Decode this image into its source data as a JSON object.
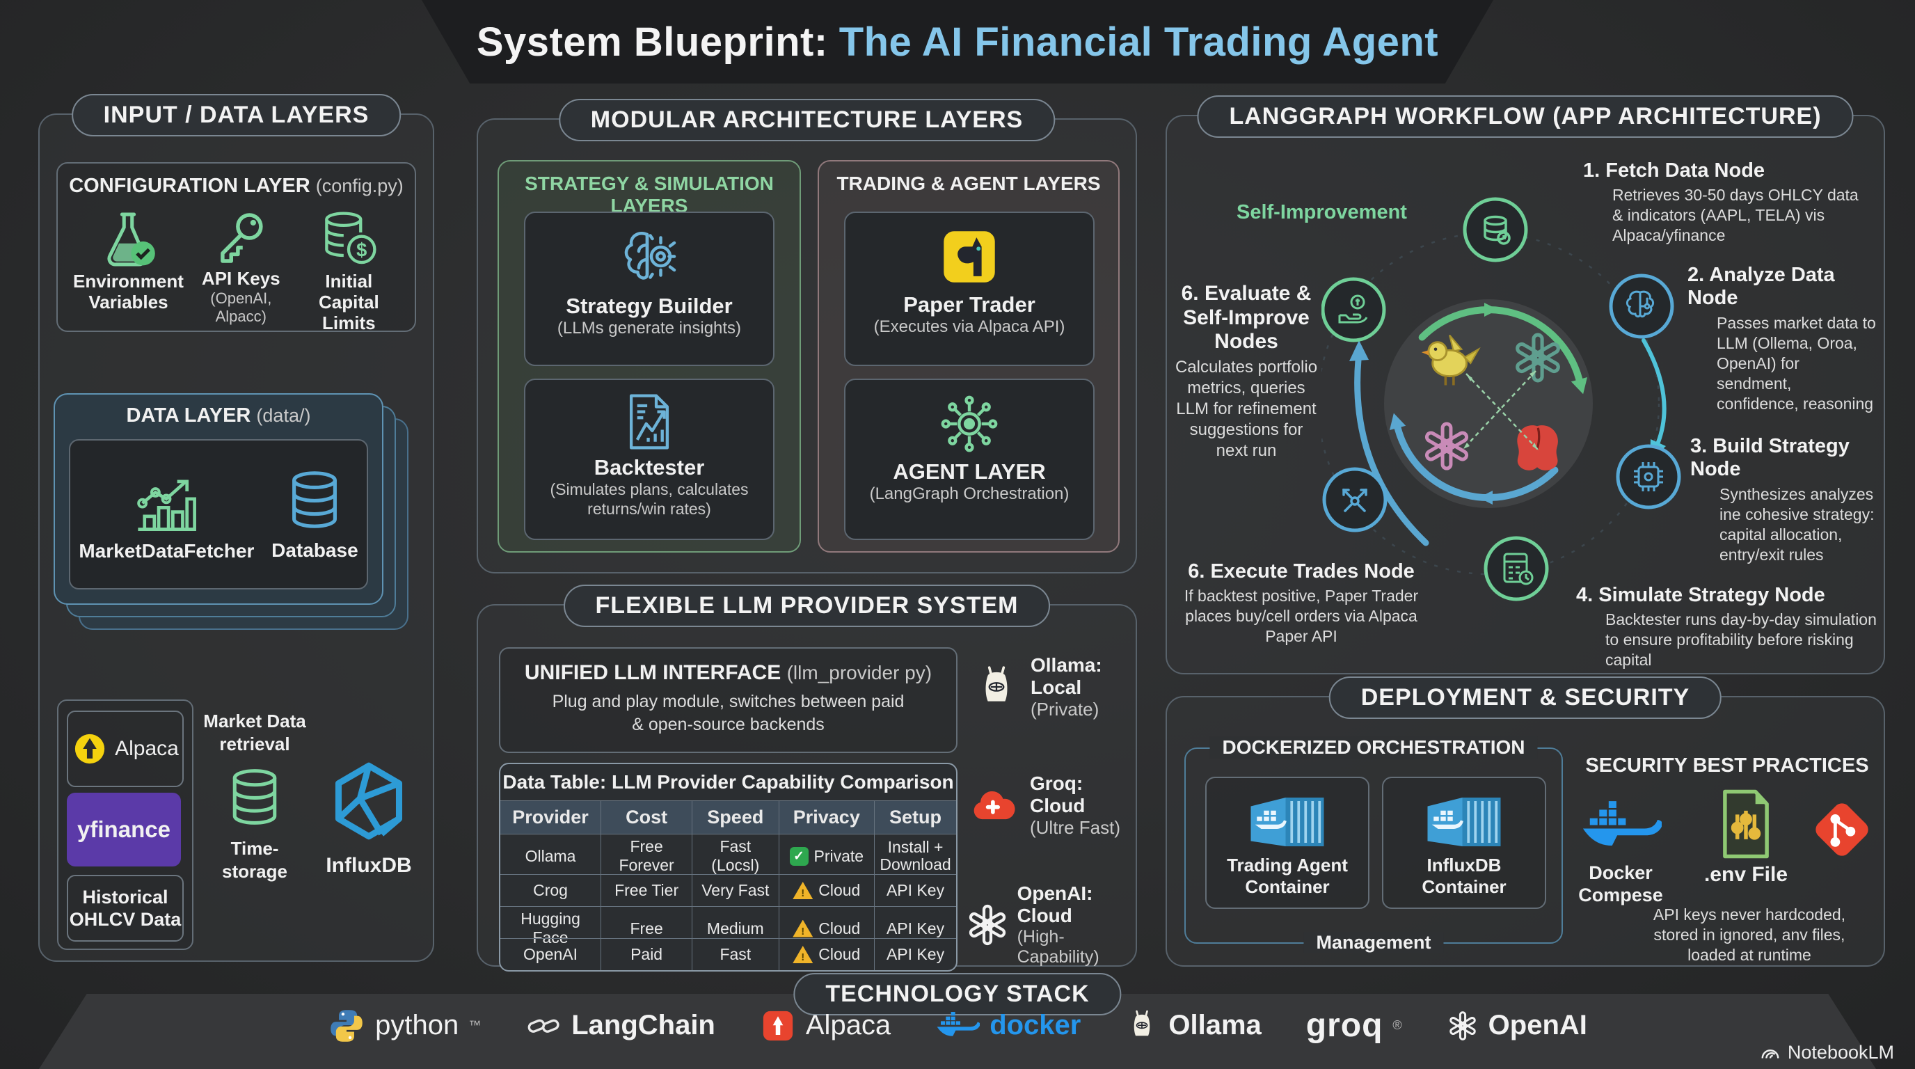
{
  "title": {
    "prefix": "System Blueprint:",
    "highlight": "The AI Financial Trading Agent"
  },
  "input": {
    "header": "INPUT / DATA LAYERS",
    "config": {
      "title": "CONFIGURATION LAYER",
      "subtitle": "(config.py)",
      "items": [
        {
          "label": "Environment Variables",
          "sub": ""
        },
        {
          "label": "API Keys",
          "sub": "(OpenAI, Alpacc)"
        },
        {
          "label": "Initial Capital Limits",
          "sub": ""
        }
      ]
    },
    "data_layer": {
      "title": "DATA LAYER",
      "subtitle": "(data/)",
      "fetcher": "MarketDataFetcher",
      "database": "Database"
    },
    "sources": {
      "alpaca": "Alpaca",
      "yfinance": "yfinance",
      "historical": "Historical OHLCV Data"
    },
    "market": "Market Data retrieval",
    "time_storage": "Time-storage",
    "influx": "InfluxDB"
  },
  "modular": {
    "header": "MODULAR ARCHITECTURE LAYERS",
    "strategy": {
      "title": "STRATEGY & SIMULATION LAYERS",
      "card1": {
        "title": "Strategy Builder",
        "sub": "(LLMs generate insights)"
      },
      "card2": {
        "title": "Backtester",
        "sub": "(Simulates plans, calculates returns/win rates)"
      }
    },
    "trading": {
      "title": "TRADING & AGENT LAYERS",
      "card1": {
        "title": "Paper Trader",
        "sub": "(Executes via Alpaca API)"
      },
      "card2": {
        "title": "AGENT LAYER",
        "sub": "(LangGraph Orchestration)"
      }
    }
  },
  "llm": {
    "header": "FLEXIBLE LLM PROVIDER SYSTEM",
    "unified": {
      "title": "UNIFIED LLM INTERFACE",
      "subtitle": "(llm_provider py)",
      "desc": "Plug and play module, switches between paid & open-source backends"
    },
    "table": {
      "title": "Data Table: LLM Provider Capability Comparison",
      "columns": [
        "Provider",
        "Cost",
        "Speed",
        "Privacy",
        "Setup"
      ],
      "rows": [
        {
          "provider": "Ollama",
          "cost": "Free Forever",
          "speed": "Fast (Locsl)",
          "privacy": "Private",
          "privacy_icon": "check",
          "setup": "Install + Download"
        },
        {
          "provider": "Crog",
          "cost": "Free Tier",
          "speed": "Very Fast",
          "privacy": "Cloud",
          "privacy_icon": "warning",
          "setup": "API Key"
        },
        {
          "provider": "Hugging Face",
          "cost": "Free",
          "speed": "Medium",
          "privacy": "Cloud",
          "privacy_icon": "warning",
          "setup": "API Key"
        },
        {
          "provider": "OpenAI",
          "cost": "Paid",
          "speed": "Fast",
          "privacy": "Cloud",
          "privacy_icon": "warning",
          "setup": "API Key"
        }
      ]
    },
    "providers": [
      {
        "name": "Ollama:",
        "deploy": "Local",
        "trait": "(Private)"
      },
      {
        "name": "Groq:",
        "deploy": "Cloud",
        "trait": "(Ultre Fast)"
      },
      {
        "name": "OpenAI:",
        "deploy": "Cloud",
        "trait": "(High-Capability)"
      }
    ]
  },
  "workflow": {
    "header": "LANGGRAPH WORKFLOW (APP ARCHITECTURE)",
    "self_improvement": "Self-Improvement",
    "nodes": [
      {
        "title": "1. Fetch Data Node",
        "desc": "Retrieves 30-50 days OHLCY data & indicators (AAPL, TELA) vis Alpaca/yfinance"
      },
      {
        "title": "2. Analyze Data Node",
        "desc": "Passes market data to LLM (Ollema, Oroa, OpenAI) for sendment, confidence, reasoning"
      },
      {
        "title": "3. Build Strategy Node",
        "desc": "Synthesizes analyzes ine cohesive strategy: capital allocation, entry/exit rules"
      },
      {
        "title": "4. Simulate Strategy Node",
        "desc": "Backtester runs day-by-day simulation to ensure profitability before risking capital"
      },
      {
        "title": "6. Execute Trades Node",
        "desc": "If backtest positive, Paper Trader places buy/cell orders via Alpaca Paper API"
      },
      {
        "title": "6. Evaluate & Self-Improve Nodes",
        "desc": "Calculates portfolio metrics, queries LLM for refinement suggestions for next run"
      }
    ]
  },
  "deployment": {
    "header": "DEPLOYMENT & SECURITY",
    "docker": {
      "title": "DOCKERIZED ORCHESTRATION",
      "container1": "Trading Agent Container",
      "container2": "InfluxDB Container",
      "management": "Management"
    },
    "security": {
      "title": "SECURITY BEST PRACTICES",
      "compose": "Docker Compese",
      "env": ".env File",
      "desc": "API keys never hardcoded, stored in ignored, anv files, loaded at runtime"
    }
  },
  "tech": {
    "header": "TECHNOLOGY STACK",
    "items": [
      {
        "label": "python",
        "mark": "™"
      },
      {
        "label": "LangChain",
        "mark": ""
      },
      {
        "label": "Alpaca",
        "mark": ""
      },
      {
        "label": "docker",
        "mark": ""
      },
      {
        "label": "Ollama",
        "mark": ""
      },
      {
        "label": "groq",
        "mark": "®"
      },
      {
        "label": "OpenAI",
        "mark": ""
      }
    ]
  },
  "watermark": "NotebookLM",
  "colors": {
    "accent_green": "#7ed6a0",
    "accent_blue": "#6fb9dd",
    "title_highlight": "#85c6ea",
    "alpaca_yellow": "#f5d20e",
    "yfinance_purple": "#5b3aa8",
    "docker_blue": "#2496ed",
    "warn_yellow": "#f0b429",
    "ok_green": "#2ea84f",
    "red": "#e8442e"
  }
}
